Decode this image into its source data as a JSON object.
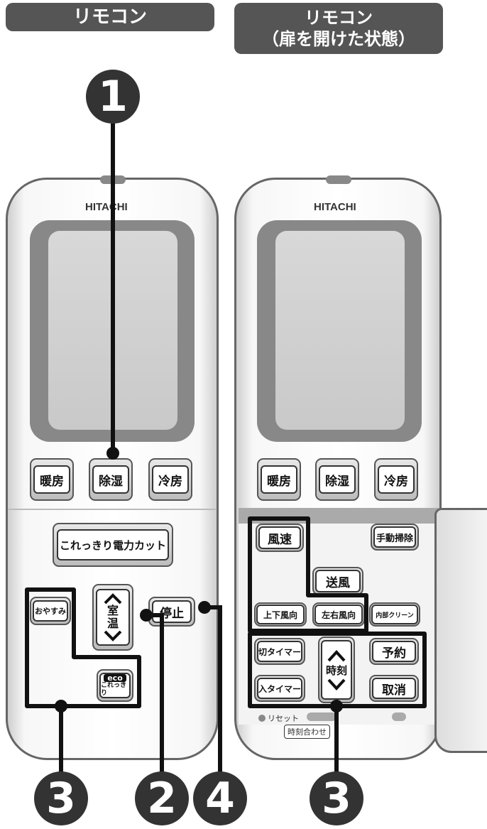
{
  "headers": {
    "left": "リモコン",
    "right_line1": "リモコン",
    "right_line2": "（扉を開けた状態）"
  },
  "brand": "HITACHI",
  "left_remote": {
    "mode_buttons": [
      "暖房",
      "除湿",
      "冷房"
    ],
    "power_cut": "これっきり電力カット",
    "oyasumi": "おやすみ",
    "room_temp": "室温",
    "stop": "停止",
    "eco_top": "eco",
    "eco_bottom": "これっきり"
  },
  "right_remote": {
    "mode_buttons": [
      "暖房",
      "除湿",
      "冷房"
    ],
    "fan_speed": "風速",
    "manual_clean": "手動掃除",
    "blow": "送風",
    "up_down": "上下風向",
    "left_right": "左右風向",
    "inner_clean": "内部クリーン",
    "off_timer": "切タイマー",
    "on_timer": "入タイマー",
    "clock": "時刻",
    "reserve": "予約",
    "cancel": "取消",
    "reset": "リセット",
    "clock_set": "時刻合わせ"
  },
  "callouts": [
    "1",
    "3",
    "2",
    "4",
    "3"
  ],
  "colors": {
    "highlight": "#111111",
    "header_bg": "#555555",
    "callout_bg": "#333333"
  }
}
